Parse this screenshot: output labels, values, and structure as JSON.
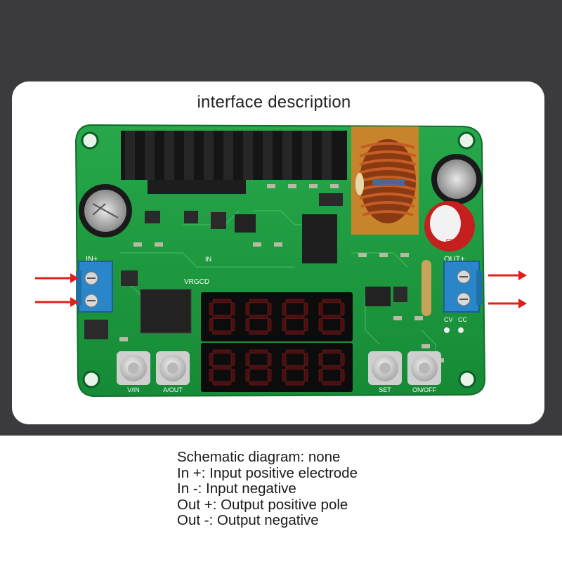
{
  "title": "interface description",
  "board": {
    "in_label": "IN+",
    "in_small_label": "IN",
    "out_label": "OUT+",
    "mode_labels": [
      "CV",
      "CC"
    ],
    "chip_label": "VRGCD",
    "buttons": [
      "V/IN",
      "A/OUT",
      "SET",
      "ON/OFF"
    ],
    "cap_text": "FP",
    "display_digits": [
      "8",
      "8",
      "8",
      "8"
    ]
  },
  "colors": {
    "background_dark": "#3b3b3d",
    "pcb_green": "#1f9a3f",
    "terminal_blue": "#2a86c8",
    "arrow_red": "#e0201a",
    "segment_red": "#4a0f0f"
  },
  "description": [
    "Schematic diagram: none",
    "In +: Input positive electrode",
    "In -: Input negative",
    "Out +: Output positive pole",
    "Out -: Output negative"
  ]
}
